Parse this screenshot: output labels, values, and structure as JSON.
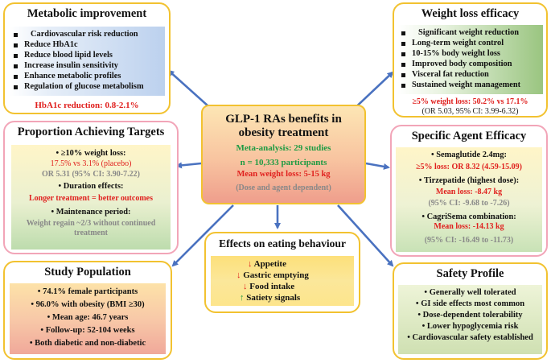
{
  "center": {
    "title": "GLP-1 RAs benefits in obesity treatment",
    "meta": "Meta-analysis: 29 studies",
    "n": "n = 10,333 participants",
    "loss": "Mean weight loss: 5-15 kg",
    "note": "(Dose and agent dependent)"
  },
  "metabolic": {
    "title": "Metabolic improvement",
    "items": [
      "Cardiovascular risk reduction",
      "Reduce HbA1c",
      "Reduce blood lipid levels",
      "Increase insulin sensitivity",
      "Enhance metabolic profiles",
      "Regulation of glucose metabolism"
    ],
    "footer": "HbA1c reduction: 0.8-2.1%"
  },
  "weightloss": {
    "title": "Weight loss efficacy",
    "items": [
      "Significant weight reduction",
      "Long-term weight control",
      "10-15% body weight loss",
      "Improved body composition",
      "Visceral fat reduction",
      "Sustained weight management"
    ],
    "footer1": "≥5% weight loss: 50.2% vs 17.1%",
    "footer2": "(OR 5.03, 95% CI: 3.99-6.32)"
  },
  "targets": {
    "title": "Proportion Achieving Targets",
    "b1": "≥10% weight loss:",
    "b1_red": "17.5% vs 3.1% (placebo)",
    "b1_grey": "OR 5.31 (95% CI: 3.90-7.22)",
    "b2": "Duration effects:",
    "b2_red": "Longer treatment = better outcomes",
    "b3": "Maintenance period:",
    "b3_grey": "Weight regain ~2/3 without continued treatment"
  },
  "agents": {
    "title": "Specific Agent Efficacy",
    "a1": "Semaglutide 2.4mg:",
    "a1_red": "≥5% loss: OR 8.32 (4.59-15.09)",
    "a2": "Tirzepatide (highest dose):",
    "a2_red": "Mean loss: -8.47 kg",
    "a2_grey": "(95% CI: -9.68 to -7.26)",
    "a3": "CagriSema combination:",
    "a3_red": "Mean loss: -14.13 kg",
    "a3_grey": "(95% CI: -16.49 to -11.73)"
  },
  "eating": {
    "title": "Effects on eating behaviour",
    "items": [
      {
        "arrow": "↓",
        "text": "Appetite",
        "color": "#e0201e"
      },
      {
        "arrow": "↓",
        "text": "Gastric emptying",
        "color": "#e0201e"
      },
      {
        "arrow": "↓",
        "text": "Food intake",
        "color": "#e0201e"
      },
      {
        "arrow": "↑",
        "text": "Satiety signals",
        "color": "#1f9b43"
      }
    ]
  },
  "population": {
    "title": "Study Population",
    "items": [
      "74.1% female participants",
      "96.0% with obesity (BMI ≥30)",
      "Mean age: 46.7 years",
      "Follow-up: 52-104 weeks",
      "Both diabetic and non-diabetic"
    ]
  },
  "safety": {
    "title": "Safety Profile",
    "items": [
      "Generally well tolerated",
      "GI side effects most common",
      "Dose-dependent tolerability",
      "Lower hypoglycemia risk",
      "Cardiovascular safety established"
    ]
  },
  "colors": {
    "arrow": "#4a72c0",
    "border_yellow": "#f2c230",
    "border_pink": "#f2a5b8",
    "red": "#e0201e",
    "green": "#1f9b43"
  }
}
